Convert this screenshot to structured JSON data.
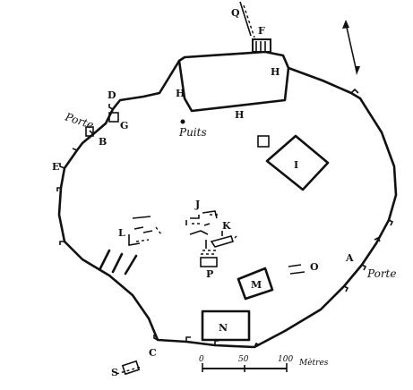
{
  "labels": {
    "Q": "Q",
    "F": "F",
    "H_top_right": "H",
    "H_left": "H",
    "H_bottom": "H",
    "D": "D",
    "G": "G",
    "porte_left": "Porte",
    "B": "B",
    "E": "E",
    "puits": "Puits",
    "I": "I",
    "J": "J",
    "K": "K",
    "L": "L",
    "P": "P",
    "M": "M",
    "O": "O",
    "A": "A",
    "porte_right": "Porte",
    "N": "N",
    "C": "C",
    "S": "S"
  },
  "scale": {
    "tick_0": "0",
    "tick_50": "50",
    "tick_100": "100",
    "unit": "Mètres"
  },
  "north_arrow": "north-arrow"
}
